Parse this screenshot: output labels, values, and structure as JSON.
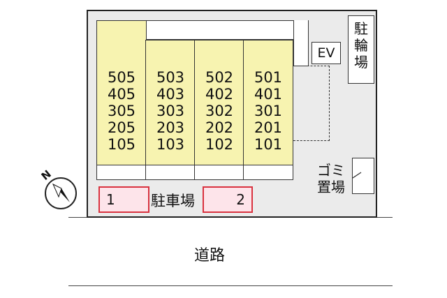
{
  "units": {
    "col1": [
      "505",
      "405",
      "305",
      "205",
      "105"
    ],
    "col2": [
      "503",
      "403",
      "303",
      "203",
      "103"
    ],
    "col3": [
      "502",
      "402",
      "302",
      "202",
      "102"
    ],
    "col4": [
      "501",
      "401",
      "301",
      "201",
      "101"
    ]
  },
  "ev_label": "EV",
  "bicycle_parking": [
    "駐",
    "輪",
    "場"
  ],
  "garbage": {
    "line1": "ゴミ",
    "line2": "置場"
  },
  "parking": {
    "label": "駐車場",
    "space1": "1",
    "space2": "2"
  },
  "road_label": "道路",
  "compass_north": "N",
  "colors": {
    "units": "#f7f3b0",
    "parking_fill": "#fde4ea",
    "parking_border": "#d9323f",
    "site": "#ebebeb"
  }
}
